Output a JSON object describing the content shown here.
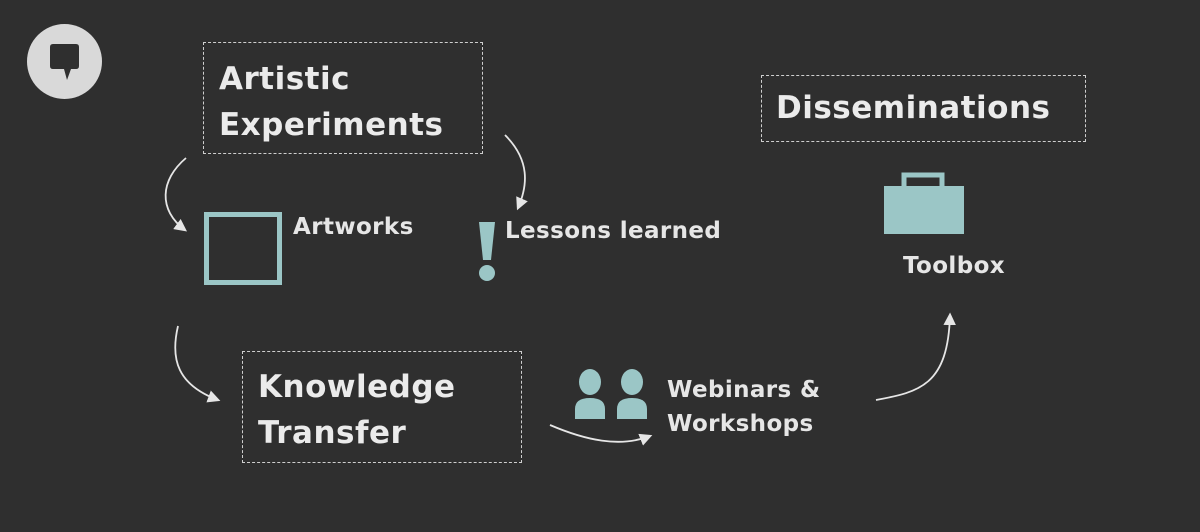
{
  "colors": {
    "background": "#2f2f2f",
    "accent": "#9bc6c6",
    "text": "#e6e6e6",
    "logo_bg": "#d9d9d9",
    "logo_fg": "#2f2f2f"
  },
  "logo": {
    "icon": "speech-bubble-logo-icon"
  },
  "nodes": {
    "artistic_experiments": {
      "line1": "Artistic",
      "line2": "Experiments"
    },
    "disseminations": {
      "label": "Disseminations"
    },
    "knowledge_transfer": {
      "line1": "Knowledge",
      "line2": "Transfer"
    },
    "artworks": {
      "label": "Artworks",
      "icon": "frame-icon"
    },
    "lessons_learned": {
      "label": "Lessons learned",
      "icon": "exclamation-icon"
    },
    "toolbox": {
      "label": "Toolbox",
      "icon": "briefcase-icon"
    },
    "webinars": {
      "line1": "Webinars &",
      "line2": "Workshops",
      "icon": "people-icon"
    }
  }
}
